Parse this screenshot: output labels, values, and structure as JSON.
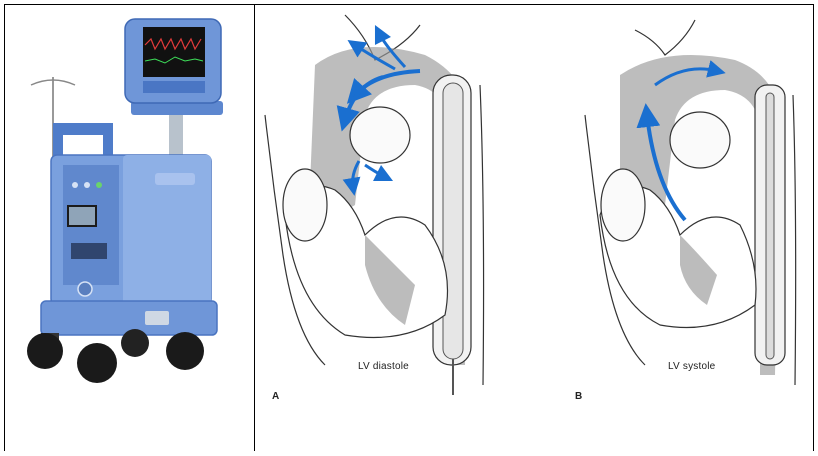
{
  "figure": {
    "panel_a_letter": "A",
    "panel_a_caption": "LV diastole",
    "panel_b_letter": "B",
    "panel_b_caption": "LV systole"
  },
  "colors": {
    "console_blue": "#6f96d8",
    "console_dark": "#3f69b5",
    "flow_arrow": "#1a6fd0",
    "shading": "#9a9a9a"
  }
}
